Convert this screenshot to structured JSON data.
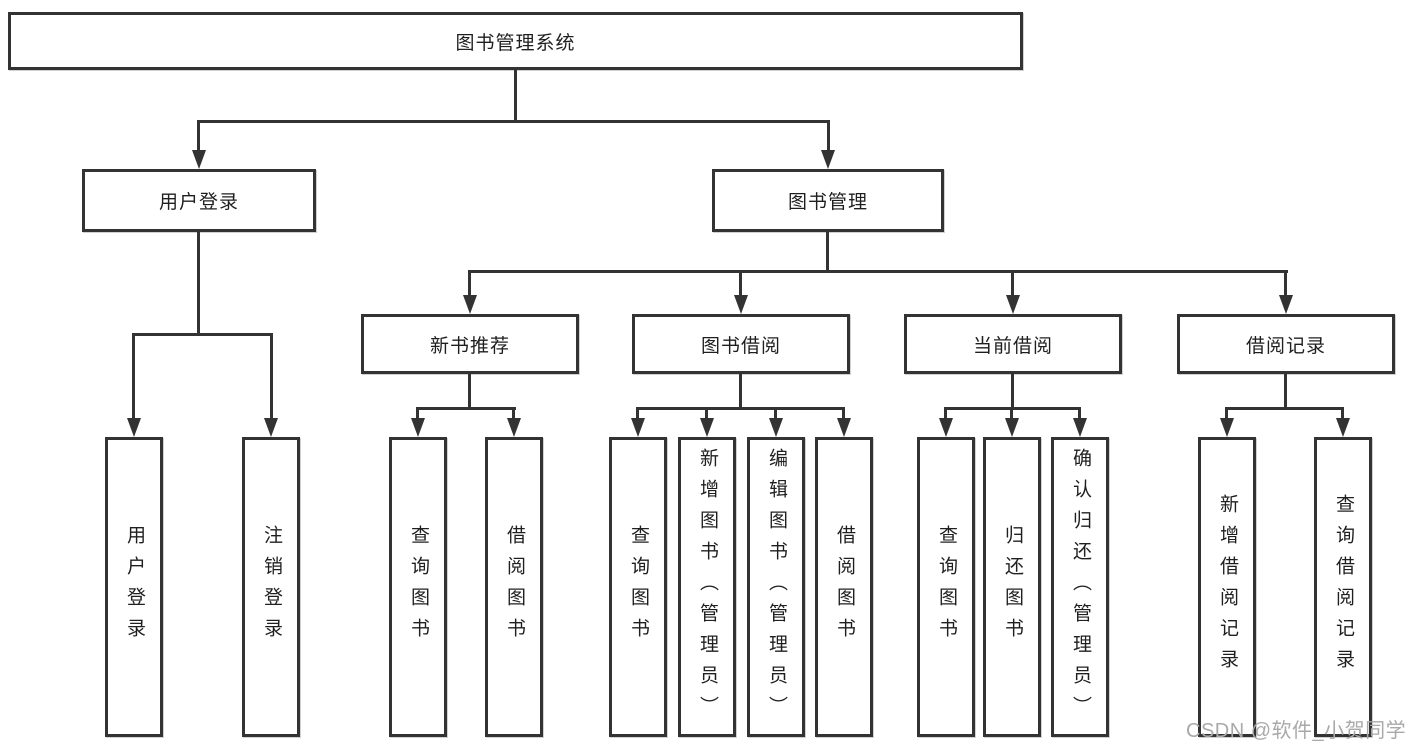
{
  "diagram": {
    "type": "hierarchy-tree",
    "watermark": "CSDN @软件_小贺同学",
    "colors": {
      "line": "#333333",
      "text": "#1f1f1f",
      "watermark": "#a9a9a9",
      "background": "#ffffff"
    },
    "tree": {
      "label": "图书管理系统",
      "children": [
        {
          "label": "用户登录",
          "children": [
            {
              "label": "用户登录"
            },
            {
              "label": "注销登录"
            }
          ]
        },
        {
          "label": "图书管理",
          "children": [
            {
              "label": "新书推荐",
              "children": [
                {
                  "label": "查询图书"
                },
                {
                  "label": "借阅图书"
                }
              ]
            },
            {
              "label": "图书借阅",
              "children": [
                {
                  "label": "查询图书"
                },
                {
                  "label": "新增图书（管理员）"
                },
                {
                  "label": "编辑图书（管理员）"
                },
                {
                  "label": "借阅图书"
                }
              ]
            },
            {
              "label": "当前借阅",
              "children": [
                {
                  "label": "查询图书"
                },
                {
                  "label": "归还图书"
                },
                {
                  "label": "确认归还（管理员）"
                }
              ]
            },
            {
              "label": "借阅记录",
              "children": [
                {
                  "label": "新增借阅记录"
                },
                {
                  "label": "查询借阅记录"
                }
              ]
            }
          ]
        }
      ]
    }
  }
}
